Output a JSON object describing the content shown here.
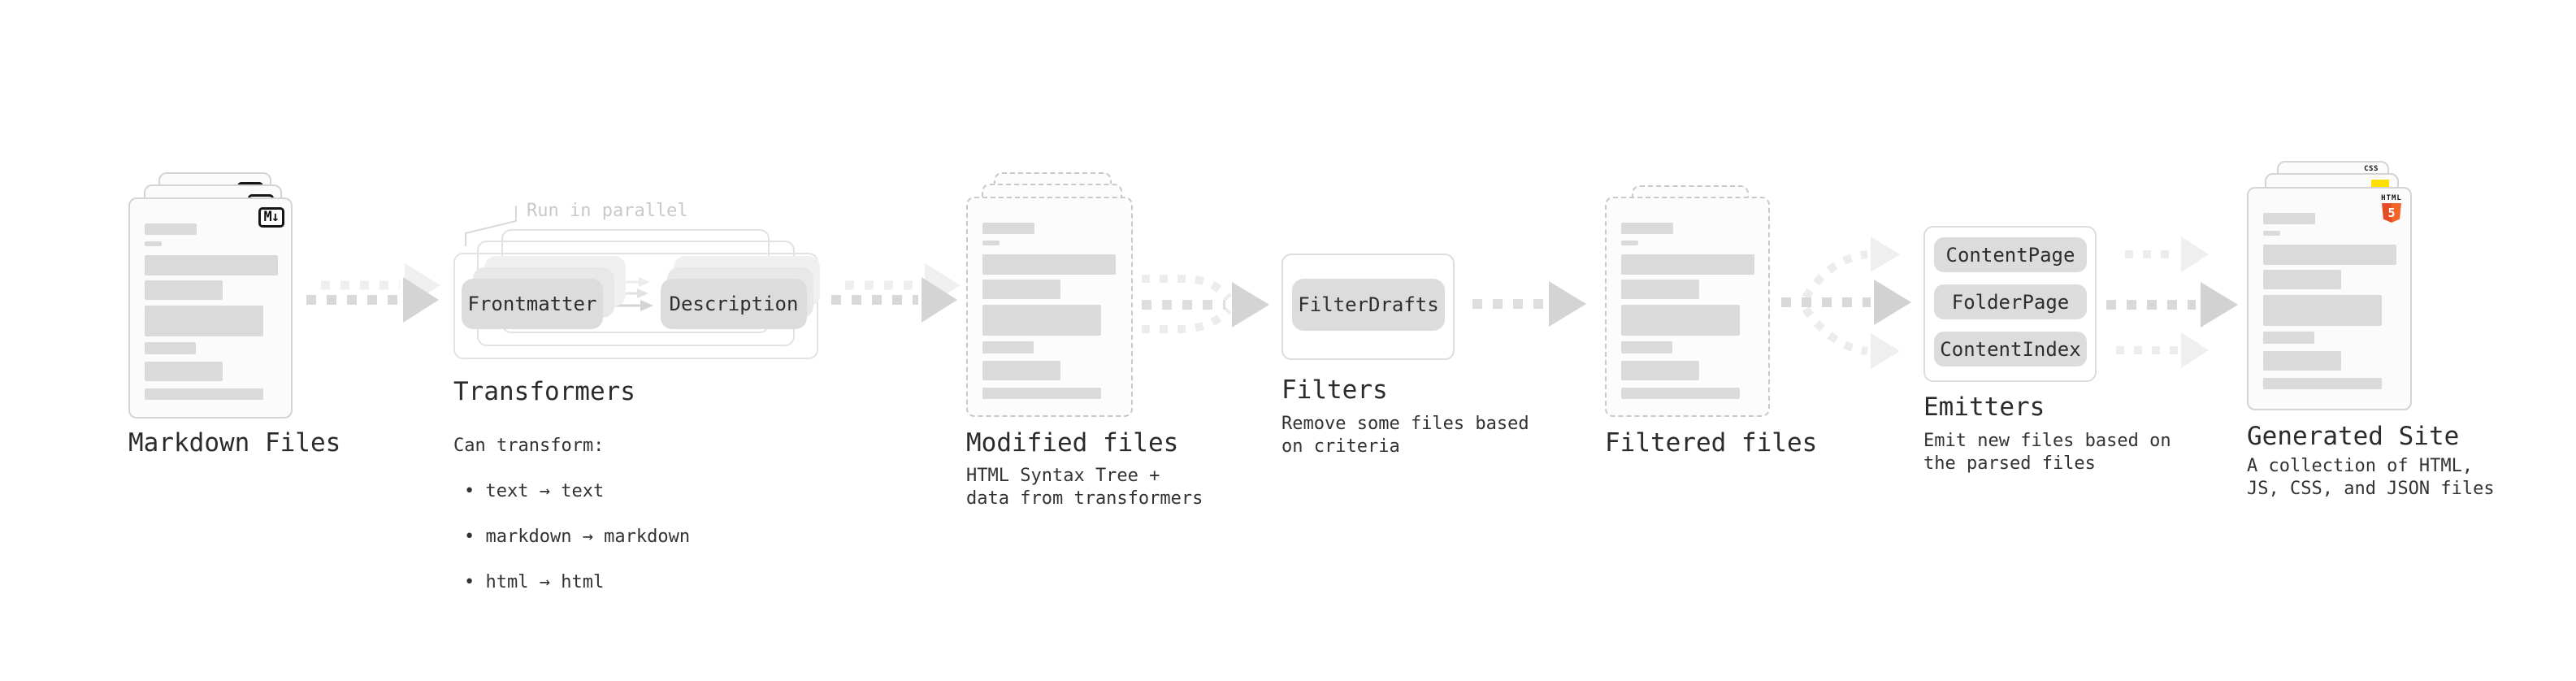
{
  "diagram": {
    "stages": {
      "markdown_files": {
        "label": "Markdown Files",
        "badge": "M↓"
      },
      "transformers": {
        "label": "Transformers",
        "annotation": "Run in parallel",
        "pills": [
          "Frontmatter",
          "Description"
        ],
        "caption_title": "Can transform:",
        "caption_items": [
          "• text → text",
          "• markdown → markdown",
          "• html → html"
        ]
      },
      "modified_files": {
        "label": "Modified files",
        "caption": "HTML Syntax Tree +\ndata from transformers"
      },
      "filters": {
        "label": "Filters",
        "pill": "FilterDrafts",
        "caption": "Remove some files based\non criteria"
      },
      "filtered_files": {
        "label": "Filtered files"
      },
      "emitters": {
        "label": "Emitters",
        "pills": [
          "ContentPage",
          "FolderPage",
          "ContentIndex"
        ],
        "caption": "Emit new files based on\nthe parsed files"
      },
      "generated_site": {
        "label": "Generated Site",
        "caption": "A collection of HTML,\nJS, CSS, and JSON files",
        "badges": {
          "css": "CSS",
          "html_word": "HTML",
          "html_number": "5"
        }
      }
    },
    "colors": {
      "arrow_gray": "#d9d9d9",
      "arrow_light": "#ececec",
      "pill_gray": "#dcdcdc",
      "skeleton_gray": "#dadada",
      "html5_orange": "#e44d26",
      "js_yellow": "#ffdf00",
      "css_blue": "#2b6bf3"
    }
  }
}
